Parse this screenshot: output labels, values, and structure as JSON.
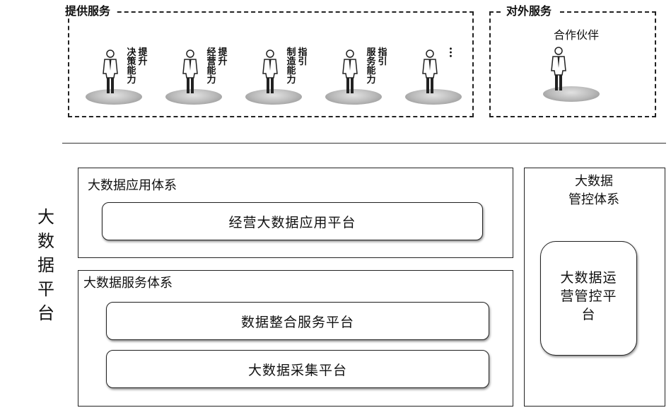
{
  "services": {
    "title": "提供服务",
    "people": [
      {
        "col1": "决策能力",
        "col2": "提升"
      },
      {
        "col1": "经营能力",
        "col2": "提升"
      },
      {
        "col1": "制造能力",
        "col2": "指引"
      },
      {
        "col1": "服务能力",
        "col2": "指引"
      },
      {
        "col1": "",
        "col2": "…"
      }
    ]
  },
  "external": {
    "title": "对外服务",
    "partner_label": "合作伙伴"
  },
  "platform": {
    "vertical_label": "大数据平台",
    "application": {
      "title": "大数据应用体系",
      "items": [
        "经营大数据应用平台"
      ]
    },
    "service": {
      "title": "大数据服务体系",
      "items": [
        "数据整合服务平台",
        "大数据采集平台"
      ]
    },
    "control": {
      "title": "大数据管控体系",
      "item": "大数据运营管控平台"
    }
  }
}
